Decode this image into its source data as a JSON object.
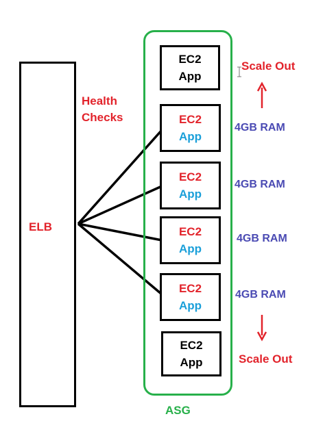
{
  "colors": {
    "black": "#000000",
    "red": "#e2232b",
    "blue": "#1a9fd9",
    "purple": "#4a4ab3",
    "green": "#27b04a"
  },
  "elb": {
    "label": "ELB"
  },
  "health_checks": {
    "line1": "Health",
    "line2": "Checks"
  },
  "asg": {
    "label": "ASG"
  },
  "instances": [
    {
      "title": "EC2",
      "subtitle": "App",
      "state": "standby"
    },
    {
      "title": "EC2",
      "subtitle": "App",
      "state": "active",
      "ram": "4GB RAM"
    },
    {
      "title": "EC2",
      "subtitle": "App",
      "state": "active",
      "ram": "4GB RAM"
    },
    {
      "title": "EC2",
      "subtitle": "App",
      "state": "active",
      "ram": "4GB RAM"
    },
    {
      "title": "EC2",
      "subtitle": "App",
      "state": "active",
      "ram": "4GB RAM"
    },
    {
      "title": "EC2",
      "subtitle": "App",
      "state": "standby"
    }
  ],
  "scale_top": {
    "label": "Scale Out",
    "arrow": "up-arrow"
  },
  "scale_bottom": {
    "label": "Scale Out",
    "arrow": "down-arrow"
  }
}
